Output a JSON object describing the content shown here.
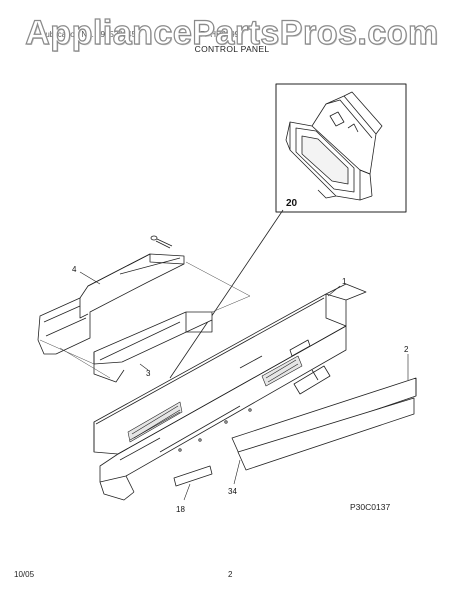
{
  "watermark": "AppliancePartsPros.com",
  "header": {
    "left": "Publication No. 5995391451",
    "right": "FPHB2899",
    "title": "CONTROL PANEL"
  },
  "callouts": {
    "inset_part": "20",
    "part_1": "1",
    "part_2": "2",
    "part_3": "3",
    "part_4": "4",
    "part_18": "18",
    "part_34": "34"
  },
  "catalog_code": "P30C0137",
  "footer": {
    "date": "10/05",
    "page": "2"
  }
}
